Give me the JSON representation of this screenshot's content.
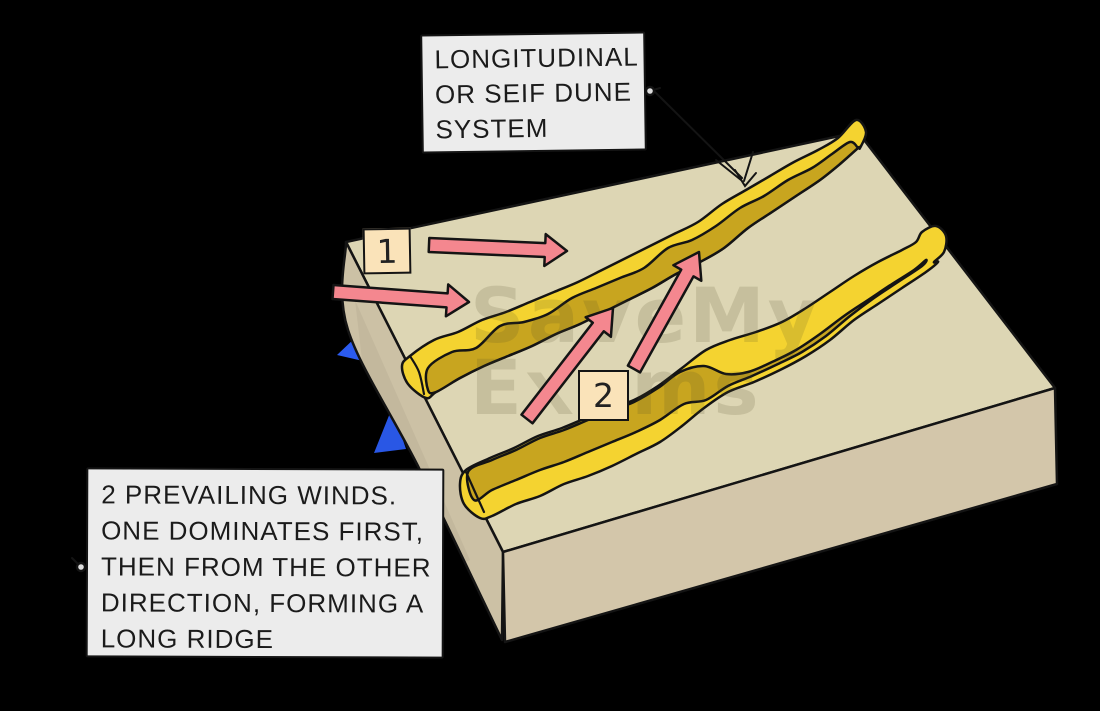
{
  "diagram_title_tag": {
    "lines": [
      "LONGITUDINAL",
      "OR SEIF DUNE",
      "SYSTEM"
    ]
  },
  "wind_explanation_tag": {
    "lines": [
      "2 PREVAILING WINDS.",
      "ONE DOMINATES FIRST,",
      "THEN FROM THE OTHER",
      "DIRECTION, FORMING A",
      "LONG RIDGE"
    ]
  },
  "markers": {
    "wind_phase_1": "1",
    "wind_phase_2": "2"
  },
  "watermark": {
    "line1": "SaveMy",
    "line2": "Exams"
  },
  "icons": {
    "tag_connector": "tag-connector-ring",
    "crest_pointer": "crest-pointer-arrow"
  },
  "palette": {
    "background": "#000000",
    "surface_top": "#DDD6B4",
    "surface_left": "#CCC1A5",
    "surface_front": "#D3C6AA",
    "dune_bright": "#F4D330",
    "dune_shadow": "#C8A51F",
    "outline": "#141414",
    "arrow_pink": "#F4878F",
    "marker_box": "#FAE3B9",
    "label_box": "#ECECEC",
    "blue_accent": "#2B5BF0",
    "watermark_color": "rgba(82,72,40,0.16)"
  }
}
